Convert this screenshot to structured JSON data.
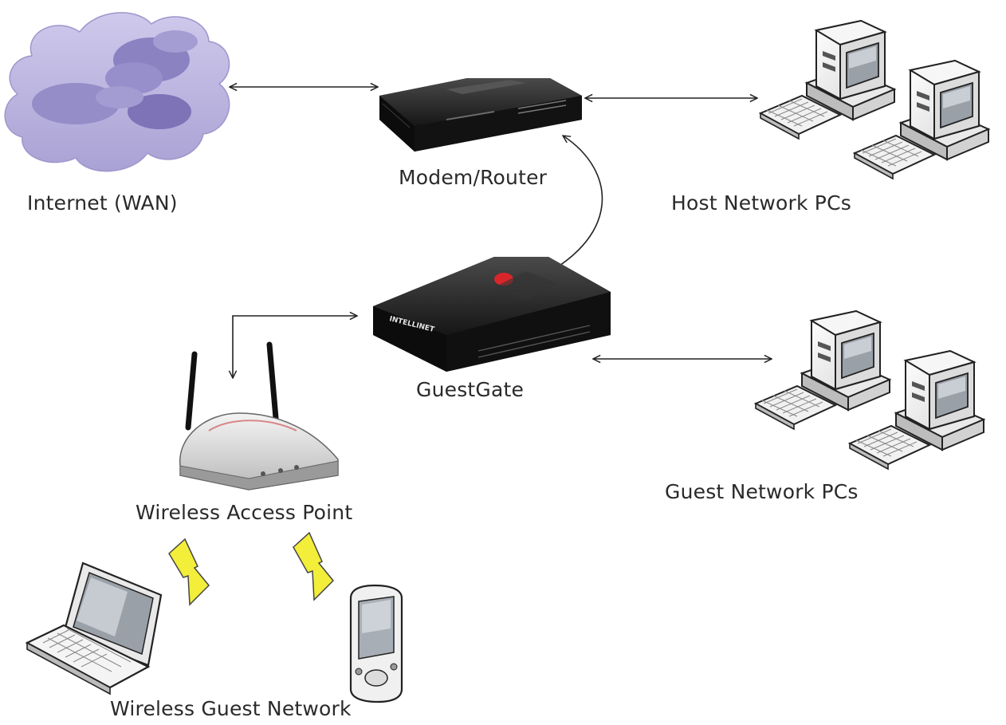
{
  "labels": {
    "internet": "Internet (WAN)",
    "modem_router": "Modem/Router",
    "host_pcs": "Host Network PCs",
    "guestgate": "GuestGate",
    "guest_pcs": "Guest Network PCs",
    "wap": "Wireless Access Point",
    "wireless_guest": "Wireless Guest Network"
  },
  "device_text": {
    "guestgate_brand": "INTELLINET"
  },
  "icons": {
    "internet": "cloud-icon",
    "modem_router": "router-icon",
    "host_pcs": "desktop-pc-icon",
    "guestgate": "gateway-icon",
    "guest_pcs": "desktop-pc-icon",
    "wap": "wireless-access-point-icon",
    "laptop": "laptop-icon",
    "pda": "pda-icon",
    "wireless_signal": "lightning-bolt-icon"
  },
  "colors": {
    "cloud_fill": "#b9b3dc",
    "cloud_dark": "#7f74b8",
    "device_black": "#1e1e1e",
    "bolt_fill": "#f2ee3a",
    "arrow": "#222222",
    "text": "#2a2a2a"
  }
}
